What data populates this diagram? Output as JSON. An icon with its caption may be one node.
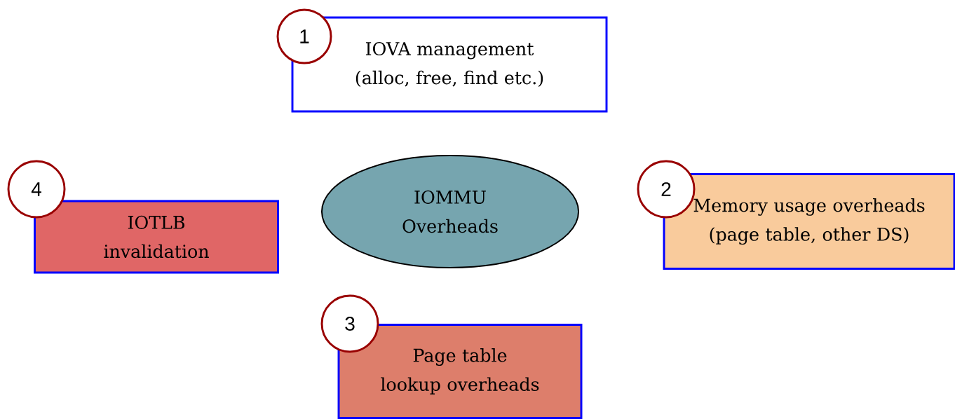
{
  "diagram": {
    "nodes": [
      {
        "text": [
          "1"
        ]
      },
      {
        "text": [
          "IOVA management (alloc, free, find etc.)"
        ]
      },
      {
        "text": [
          "4"
        ]
      },
      {
        "text": [
          "IOTLB invalidation"
        ]
      },
      {
        "text": [
          "IOMMU Overheads"
        ]
      },
      {
        "text": [
          "2"
        ]
      },
      {
        "text": [
          "Memory usage overheads (page table, other DS)"
        ]
      },
      {
        "text": [
          "3"
        ]
      },
      {
        "text": [
          "Page table lookup overheads"
        ]
      }
    ]
  }
}
